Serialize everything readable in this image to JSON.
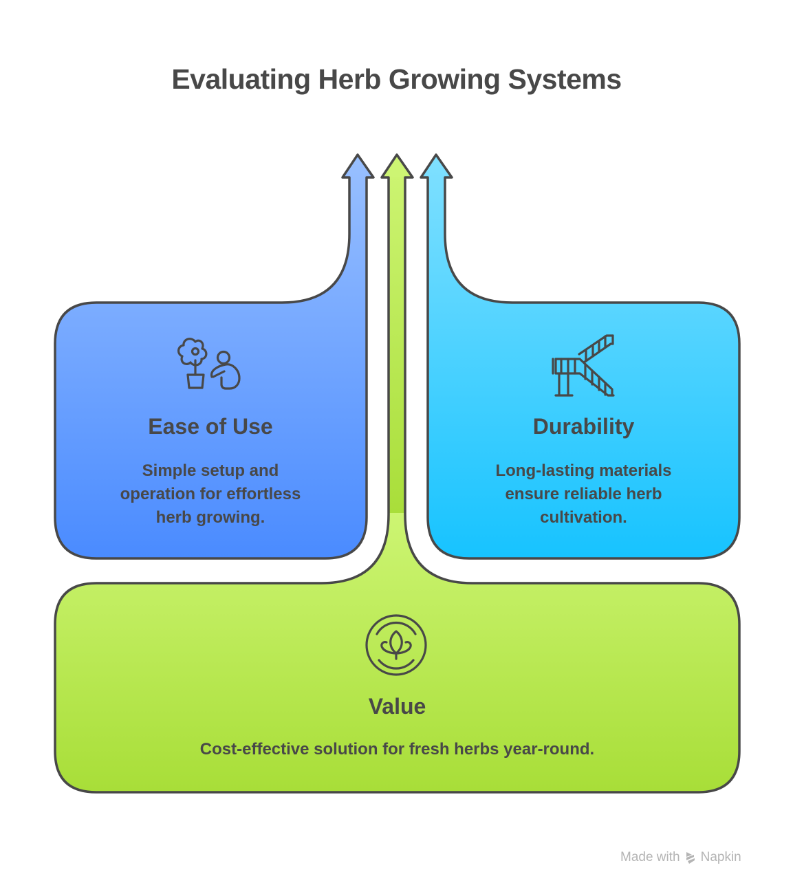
{
  "title": "Evaluating Herb Growing Systems",
  "cards": [
    {
      "id": "ease-of-use",
      "title": "Ease of Use",
      "description_lines": [
        "Simple setup and",
        "operation for effortless",
        "herb growing."
      ],
      "icon": "person-with-potted-flower-icon",
      "gradient": [
        "#8cb8ff",
        "#4a8cff"
      ]
    },
    {
      "id": "durability",
      "title": "Durability",
      "description_lines": [
        "Long-lasting materials",
        "ensure reliable herb",
        "cultivation."
      ],
      "icon": "staircase-railing-icon",
      "gradient": [
        "#72dcff",
        "#1ac4ff"
      ]
    },
    {
      "id": "value",
      "title": "Value",
      "description_lines": [
        "Cost-effective solution for fresh herbs year-round."
      ],
      "icon": "leaf-in-circle-icon",
      "gradient": [
        "#ccf472",
        "#a8de38"
      ]
    }
  ],
  "outline_color": "#484848",
  "footer": {
    "made_with": "Made with",
    "brand": "Napkin"
  }
}
